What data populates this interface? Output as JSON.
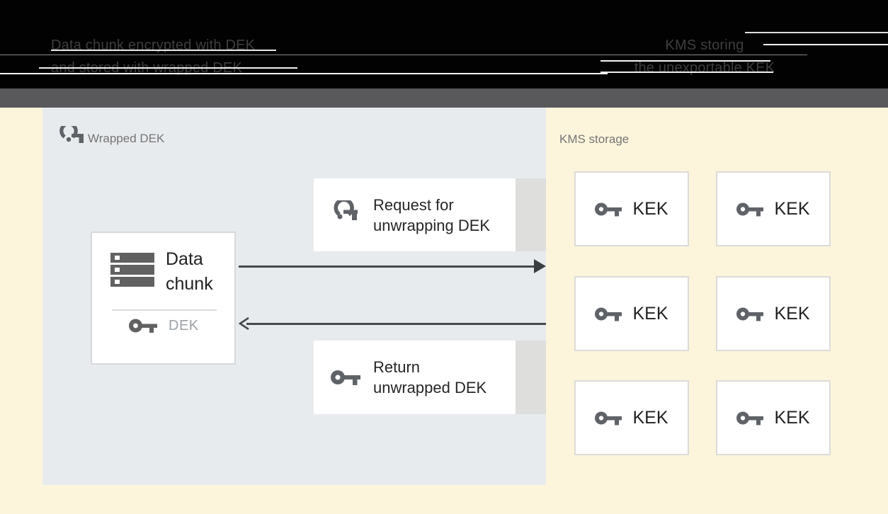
{
  "header": {
    "left_caption": {
      "line1": "Data chunk encrypted with DEK",
      "line2": "and stored with wrapped DEK"
    },
    "right_caption": {
      "line1": "KMS storing",
      "line2": "the unexportable KEK"
    }
  },
  "diagram": {
    "wrapped_dek_panel": {
      "label": "Wrapped DEK"
    },
    "data_chunk_card": {
      "title_line1": "Data",
      "title_line2": "chunk",
      "key_label": "DEK"
    },
    "request_box": {
      "line1": "Request for",
      "line2": "unwrapping DEK"
    },
    "return_box": {
      "line1": "Return",
      "line2": "unwrapped DEK"
    },
    "kms_panel": {
      "label": "KMS storage",
      "kek_boxes": [
        {
          "label": "KEK"
        },
        {
          "label": "KEK"
        },
        {
          "label": "KEK"
        },
        {
          "label": "KEK"
        },
        {
          "label": "KEK"
        },
        {
          "label": "KEK"
        }
      ]
    }
  },
  "icons": {
    "wrapped_key": "wrapped-key-icon",
    "solid_key": "key-icon",
    "data_chunk": "storage-stack-icon"
  },
  "colors": {
    "header_background": "#020202",
    "header_text": "#3E3E3E",
    "header_divider_bar": "#59595B",
    "page_background": "#FCF5DC",
    "wrapped_panel_background": "#E8EBEE",
    "card_background": "#FFFFFF",
    "card_border": "#D8D8D6",
    "gray_strip": "#DEDEDD",
    "arrow": "#46494C",
    "icon_gray": "#5F6368",
    "label_gray": "#757575",
    "dek_text_gray": "#9AA0A6",
    "dark_text": "#212121"
  }
}
